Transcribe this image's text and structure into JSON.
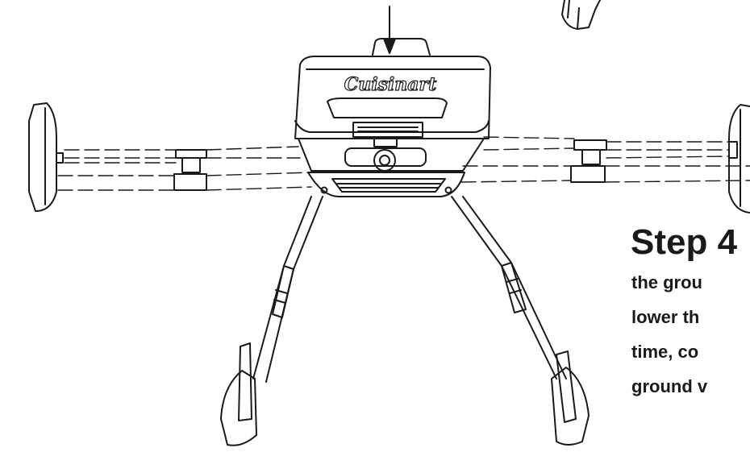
{
  "brand": {
    "logo_text": "Cuisinart"
  },
  "instruction": {
    "title": "Step 4",
    "lines": [
      "the grou",
      "lower th",
      "time, co",
      "ground v"
    ]
  },
  "colors": {
    "ink": "#1a1a1a",
    "background": "#ffffff"
  }
}
